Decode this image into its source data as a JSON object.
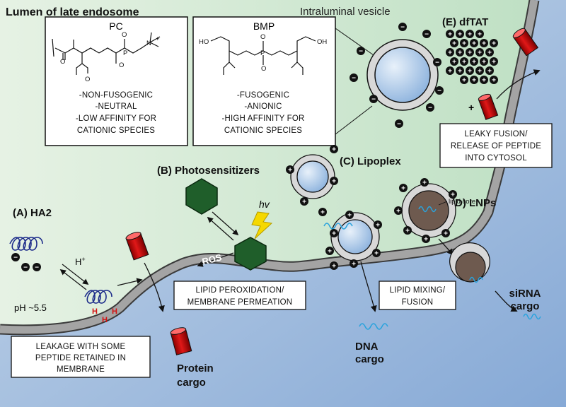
{
  "title": "Lumen of late endosome",
  "ilv_label": "Intraluminal vesicle",
  "pc": {
    "name": "PC",
    "lines": [
      "-NON-FUSOGENIC",
      "-NEUTRAL",
      "-LOW AFFINITY FOR",
      "CATIONIC SPECIES"
    ]
  },
  "bmp": {
    "name": "BMP",
    "lines": [
      "-FUSOGENIC",
      "-ANIONIC",
      "-HIGH AFFINITY FOR",
      "CATIONIC SPECIES"
    ]
  },
  "labels": {
    "a": "(A) HA2",
    "b": "(B) Photosensitizers",
    "c": "(C) Lipoplex",
    "d": "(D) LNPs",
    "e": "(E) dfTAT",
    "hv": "hv",
    "h_plus": "H",
    "h_plus_sup": "+",
    "ros": "ROS",
    "ph": "pH ~5.5",
    "lipid_core": "lipid core",
    "h_mark": "H",
    "plus": "+"
  },
  "boxes": {
    "leakage": [
      "LEAKAGE WITH SOME",
      "PEPTIDE RETAINED IN",
      "MEMBRANE"
    ],
    "lipid_perox": [
      "LIPID PEROXIDATION/",
      "MEMBRANE PERMEATION"
    ],
    "lipid_mixing": [
      "LIPID MIXING/",
      "FUSION"
    ],
    "leaky_fusion": [
      "LEAKY FUSION/",
      "RELEASE OF PEPTIDE",
      "INTO CYTOSOL"
    ]
  },
  "cargo": {
    "protein": [
      "Protein",
      "cargo"
    ],
    "dna": [
      "DNA",
      "cargo"
    ],
    "sirna": [
      "siRNA",
      "cargo"
    ]
  },
  "colors": {
    "lumen_green": "#cfe8cf",
    "cytosol_blue": "#9fbde0",
    "membrane_gray": "#9a9a9a",
    "hexagon_green": "#1f5e2a",
    "cylinder_red": "#d21414",
    "rna_blue": "#2aa3dd",
    "helix_navy": "#1c2b8a",
    "lipid_core_brown": "#6e5a4f",
    "bolt_yellow": "#f5d800"
  }
}
